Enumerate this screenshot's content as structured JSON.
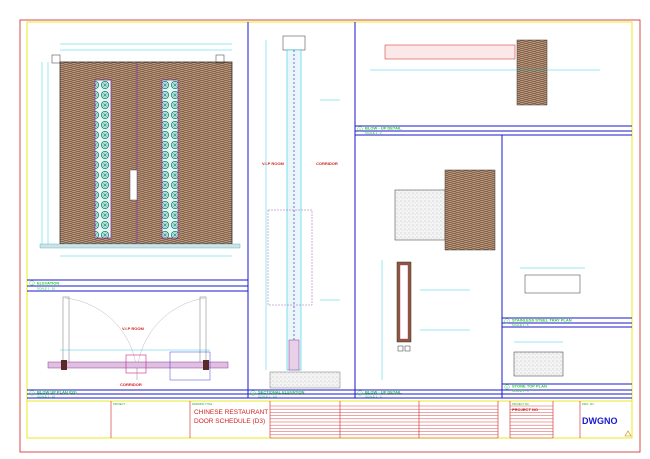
{
  "sheet": {
    "panels": [
      {
        "number": "1",
        "title": "ELEVATION",
        "scale": "SCALE 1 : 10"
      },
      {
        "number": "2",
        "title": "BLOW UP PLAN (D3)",
        "scale": "SCALE 1 : 10"
      },
      {
        "number": "3",
        "title": "SECTIONAL ELEVATION",
        "scale": "SCALE 1 : 5.6"
      },
      {
        "number": "4",
        "title": "BLOW - UP DETAIL",
        "scale": "SCALE 1 : 2"
      },
      {
        "number": "5",
        "title": "BLOW - UP DETAIL",
        "scale": "SCALE 1 : 2"
      },
      {
        "number": "7",
        "title": "STAINLESS STEEL TRAY PLAN",
        "scale": "SCALE 1 : 5"
      },
      {
        "number": "8",
        "title": "STONE TOP PLAN",
        "scale": "SCALE 1 : 5"
      }
    ],
    "room_tags": {
      "vip_room": "V.I.P ROOM",
      "corridor": "CORRIDOR"
    }
  },
  "title_block": {
    "project_label": "PROJECT :",
    "drawing_title_label": "DRAWING TITLE :",
    "drawing_title_line1": "CHINESE RESTAURANT",
    "drawing_title_line2": "DOOR SCHEDULE (D3)",
    "project_no": "PROJECT NO",
    "dwg_no_label": "DWG. NO.",
    "dwg_no": "DWGNO"
  },
  "colors": {
    "border": "#d02020",
    "frame": "#e8e820",
    "panel": "#1a1acc",
    "dim": "#00c8e0",
    "wood": "#8a5a3a"
  }
}
